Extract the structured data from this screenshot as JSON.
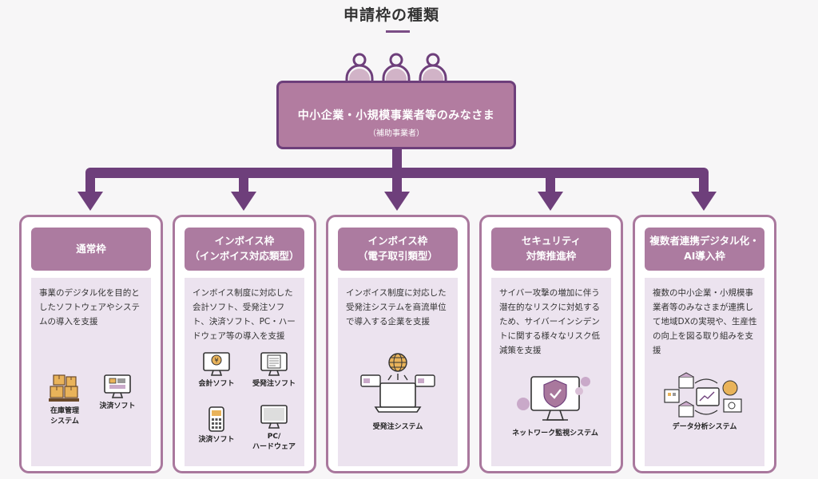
{
  "title": "申請枠の種類",
  "root": {
    "label": "中小企業・小規模事業者等のみなさま",
    "sublabel": "（補助事業者）"
  },
  "colors": {
    "primary": "#6e3f7b",
    "head": "#ac7ba0",
    "body": "#ece3ef",
    "border": "#a9789d"
  },
  "cards": [
    {
      "title_lines": [
        "通常枠"
      ],
      "description": "事業のデジタル化を目的としたソフトウェアやシステムの導入を支援",
      "icons": [
        {
          "icon": "boxes-icon",
          "label_lines": [
            "在庫管理",
            "システム"
          ]
        },
        {
          "icon": "monitor-app-icon",
          "label_lines": [
            "決済ソフト"
          ]
        }
      ]
    },
    {
      "title_lines": [
        "インボイス枠",
        "（インボイス対応類型）"
      ],
      "description": "インボイス制度に対応した会計ソフト、受発注ソフト、決済ソフト、PC・ハードウェア等の導入を支援",
      "icons": [
        {
          "icon": "accounting-monitor-icon",
          "label_lines": [
            "会計ソフト"
          ]
        },
        {
          "icon": "order-monitor-icon",
          "label_lines": [
            "受発注ソフト"
          ]
        },
        {
          "icon": "payment-terminal-icon",
          "label_lines": [
            "決済ソフト"
          ]
        },
        {
          "icon": "pc-monitor-icon",
          "label_lines": [
            "PC/",
            "ハードウェア"
          ]
        }
      ]
    },
    {
      "title_lines": [
        "インボイス枠",
        "（電子取引類型）"
      ],
      "description": "インボイス制度に対応した受発注システムを商流単位で導入する企業を支援",
      "icons": [
        {
          "icon": "network-laptop-icon",
          "label_lines": [
            "受発注システム"
          ]
        }
      ]
    },
    {
      "title_lines": [
        "セキュリティ",
        "対策推進枠"
      ],
      "description": "サイバー攻撃の増加に伴う潜在的なリスクに対処するため、サイバーインシデントに関する様々なリスク低減策を支援",
      "icons": [
        {
          "icon": "shield-monitor-icon",
          "label_lines": [
            "ネットワーク監視システム"
          ]
        }
      ]
    },
    {
      "title_lines": [
        "複数者連携デジタル化・",
        "AI導入枠"
      ],
      "description": "複数の中小企業・小規模事業者等のみなさまが連携して地域DXの実現や、生産性の向上を図る取り組みを支援",
      "icons": [
        {
          "icon": "data-analysis-icon",
          "label_lines": [
            "データ分析システム"
          ]
        }
      ]
    }
  ]
}
